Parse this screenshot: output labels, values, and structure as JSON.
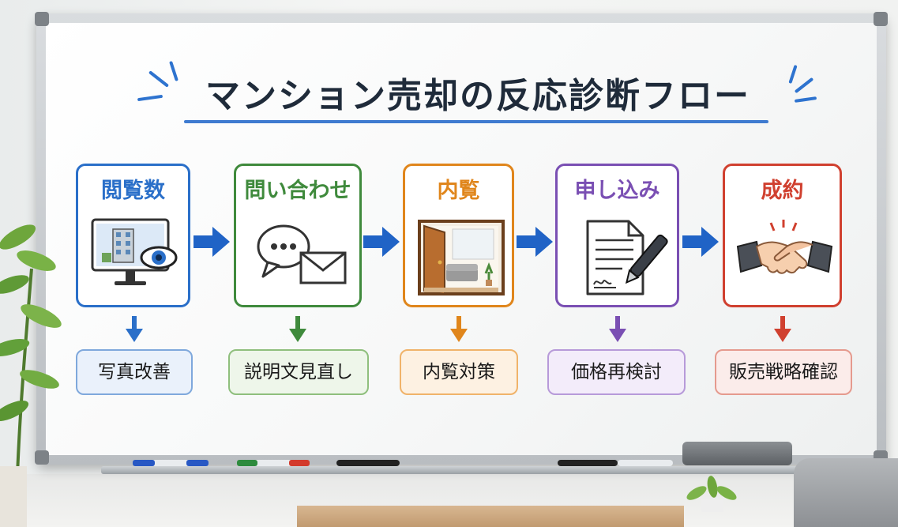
{
  "title": "マンション売却の反応診断フロー",
  "steps": [
    {
      "label": "閲覧数",
      "color": "#2a6fc9",
      "illustration": "monitor-building-eye-icon"
    },
    {
      "label": "問い合わせ",
      "color": "#3f8a3c",
      "illustration": "chat-bubble-envelope-icon"
    },
    {
      "label": "内覧",
      "color": "#e0861c",
      "illustration": "open-door-room-icon"
    },
    {
      "label": "申し込み",
      "color": "#7a4fb3",
      "illustration": "document-pen-icon"
    },
    {
      "label": "成約",
      "color": "#d0402f",
      "illustration": "handshake-icon"
    }
  ],
  "actions": [
    {
      "label": "写真改善",
      "border": "#7fa8dc",
      "fill": "#eaf1fb"
    },
    {
      "label": "説明文見直し",
      "border": "#8fbf7d",
      "fill": "#eef6ea"
    },
    {
      "label": "内覧対策",
      "border": "#f0b36a",
      "fill": "#fdf1e2"
    },
    {
      "label": "価格再検討",
      "border": "#b79ad9",
      "fill": "#f3ecfa"
    },
    {
      "label": "販売戦略確認",
      "border": "#e59a8e",
      "fill": "#fbecea"
    }
  ],
  "arrow_color": "#2063c6"
}
